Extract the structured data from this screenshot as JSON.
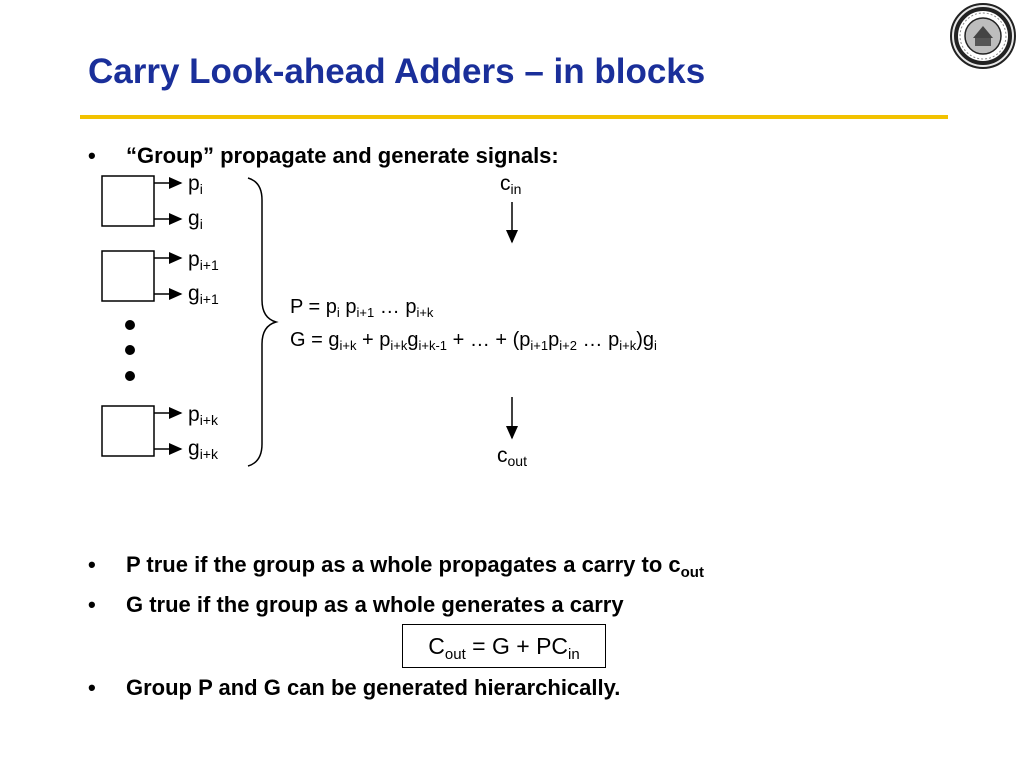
{
  "slide": {
    "title": "Carry Look-ahead Adders – in blocks",
    "logo_icon": "university-seal-icon",
    "colors": {
      "title": "#1a2f9a",
      "rule": "#f2c200"
    }
  },
  "bullets": [
    {
      "marker": "•",
      "text": "“Group” propagate and generate signals:"
    },
    {
      "marker": "•",
      "text": "P true if the group as a whole propagates a carry to c",
      "sub": "out"
    },
    {
      "marker": "•",
      "text": "G true if the group as a whole generates a carry"
    },
    {
      "marker": "•",
      "text": "Group P and G can be generated hierarchically."
    }
  ],
  "diagram": {
    "signals": [
      {
        "p": "p",
        "p_sub": "i",
        "g": "g",
        "g_sub": "i"
      },
      {
        "p": "p",
        "p_sub": "i+1",
        "g": "g",
        "g_sub": "i+1"
      },
      {
        "p": "p",
        "p_sub": "i+k",
        "g": "g",
        "g_sub": "i+k"
      }
    ],
    "ellipsis": "•••",
    "cin": {
      "base": "c",
      "sub": "in"
    },
    "cout": {
      "base": "c",
      "sub": "out"
    },
    "P_eq": {
      "t1": "P = p",
      "s1": "i",
      "t2": " p",
      "s2": "i+1",
      "t3": " … p",
      "s3": "i+k"
    },
    "G_eq": {
      "t1": "G = g",
      "s1": "i+k",
      "t2": " + p",
      "s2": "i+k",
      "t3": "g",
      "s3": "i+k-1",
      "t4": " + … + (p",
      "s4": "i+1",
      "t5": "p",
      "s5": "i+2",
      "t6": " … p",
      "s6": "i+k",
      "t7": ")g",
      "s7": "i"
    }
  },
  "formula": {
    "t1": "C",
    "s1": "out",
    "t2": " = G + PC",
    "s2": "in"
  }
}
